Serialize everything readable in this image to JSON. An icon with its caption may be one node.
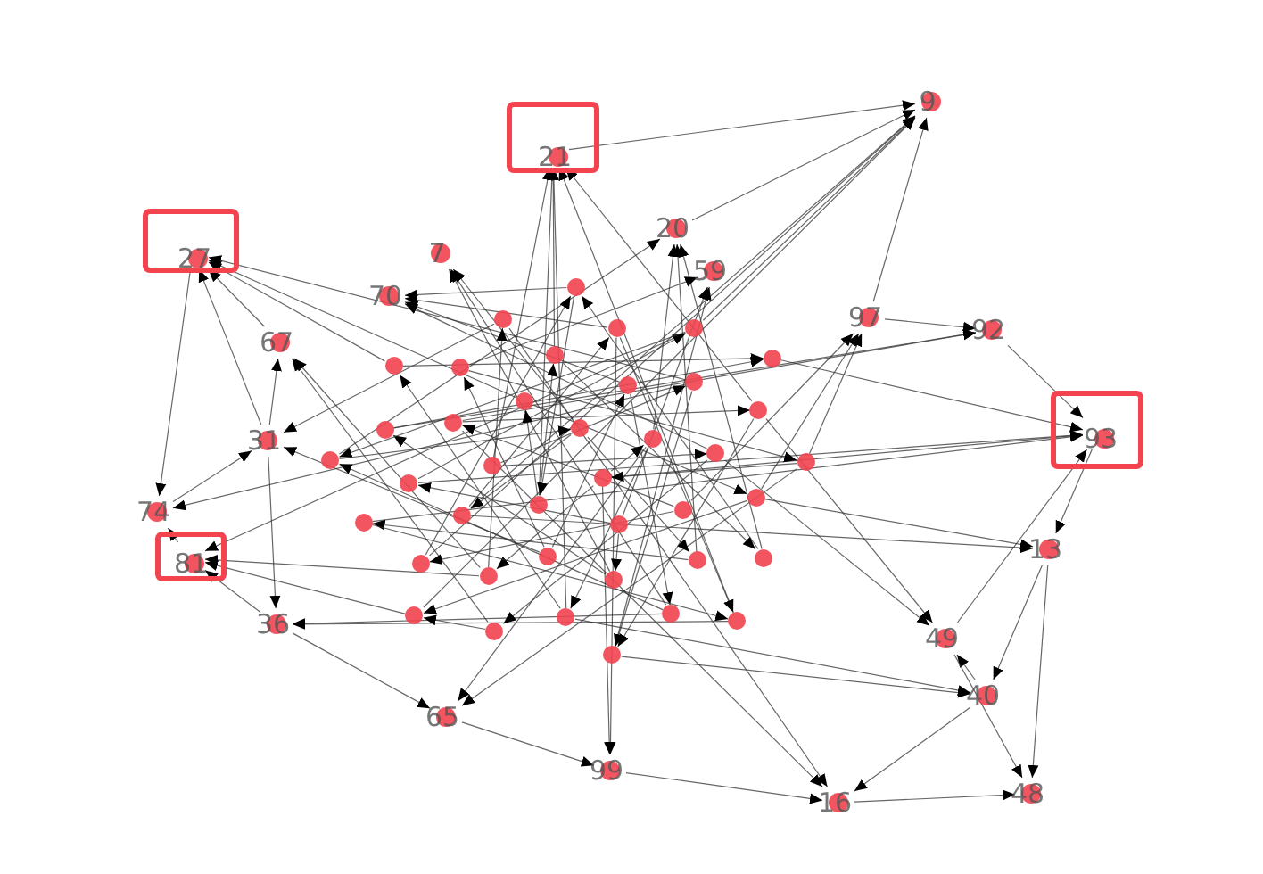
{
  "diagram": {
    "nodes": [
      {
        "text": [],
        "shape": "box"
      },
      {
        "text": [
          "21"
        ],
        "in": 0
      },
      {
        "text": [
          "9"
        ]
      },
      {
        "text": [],
        "shape": "box"
      },
      {
        "text": [
          "27"
        ],
        "in": 3
      },
      {
        "text": [
          "7"
        ]
      },
      {
        "text": [
          "20"
        ]
      },
      {
        "text": [
          "59"
        ]
      },
      {
        "text": [
          "70"
        ]
      },
      {
        "text": [
          "67"
        ]
      },
      {
        "text": [
          "97"
        ]
      },
      {
        "text": [
          "92"
        ]
      },
      {
        "text": [],
        "shape": "box"
      },
      {
        "text": [
          "93"
        ],
        "in": 12
      },
      {
        "text": [
          "31"
        ]
      },
      {
        "text": [
          "74"
        ]
      },
      {
        "text": [],
        "shape": "box"
      },
      {
        "text": [
          "81"
        ],
        "in": 16
      },
      {
        "text": [
          "13"
        ]
      },
      {
        "text": [
          "36"
        ]
      },
      {
        "text": [
          "49"
        ]
      },
      {
        "text": [
          "40"
        ]
      },
      {
        "text": [
          "65"
        ]
      },
      {
        "text": [
          "99"
        ]
      },
      {
        "text": [
          "48"
        ]
      },
      {
        "text": [
          "16"
        ]
      },
      {
        "text": [],
        "shape": "circle"
      },
      {
        "text": [],
        "shape": "circle"
      },
      {
        "text": [],
        "shape": "circle"
      },
      {
        "text": [],
        "shape": "circle"
      },
      {
        "text": [],
        "shape": "circle"
      },
      {
        "text": [],
        "shape": "circle"
      },
      {
        "text": [],
        "shape": "circle"
      },
      {
        "text": [],
        "shape": "circle"
      },
      {
        "text": [],
        "shape": "circle"
      },
      {
        "text": [],
        "shape": "circle"
      },
      {
        "text": [],
        "shape": "circle"
      },
      {
        "text": [],
        "shape": "circle"
      },
      {
        "text": [],
        "shape": "circle"
      },
      {
        "text": [],
        "shape": "circle"
      },
      {
        "text": [],
        "shape": "circle"
      },
      {
        "text": [],
        "shape": "circle"
      },
      {
        "text": [],
        "shape": "circle"
      },
      {
        "text": [],
        "shape": "circle"
      },
      {
        "text": [],
        "shape": "circle"
      },
      {
        "text": [],
        "shape": "circle"
      },
      {
        "text": [],
        "shape": "circle"
      },
      {
        "text": [],
        "shape": "circle"
      },
      {
        "text": [],
        "shape": "circle"
      },
      {
        "text": [],
        "shape": "circle"
      },
      {
        "text": [],
        "shape": "circle"
      },
      {
        "text": [],
        "shape": "circle"
      },
      {
        "text": [],
        "shape": "circle"
      },
      {
        "text": [],
        "shape": "circle"
      },
      {
        "text": [],
        "shape": "circle"
      },
      {
        "text": [],
        "shape": "circle"
      },
      {
        "text": [],
        "shape": "circle"
      },
      {
        "text": [],
        "shape": "circle"
      },
      {
        "text": [],
        "shape": "circle"
      },
      {
        "text": [],
        "shape": "circle"
      },
      {
        "text": [],
        "shape": "circle"
      },
      {
        "text": [],
        "shape": "circle"
      },
      {
        "text": [],
        "shape": "circle"
      },
      {
        "text": [],
        "shape": "circle"
      },
      {
        "text": [],
        "shape": "circle"
      },
      {
        "text": [],
        "shape": "circle"
      }
    ],
    "edges": [
      {
        "from": 30,
        "to": 1,
        "arrow": "to"
      },
      {
        "from": 41,
        "to": 1,
        "arrow": "to"
      },
      {
        "from": 52,
        "to": 1,
        "arrow": "to"
      },
      {
        "from": 63,
        "to": 1,
        "arrow": "to"
      },
      {
        "from": 27,
        "to": 1,
        "arrow": "to"
      },
      {
        "from": 45,
        "to": 1,
        "arrow": "to"
      },
      {
        "from": 6,
        "to": 2,
        "arrow": "to"
      },
      {
        "from": 1,
        "to": 2,
        "arrow": "to"
      },
      {
        "from": 35,
        "to": 2,
        "arrow": "to"
      },
      {
        "from": 48,
        "to": 2,
        "arrow": "to"
      },
      {
        "from": 57,
        "to": 2,
        "arrow": "to"
      },
      {
        "from": 61,
        "to": 2,
        "arrow": "to"
      },
      {
        "from": 10,
        "to": 2,
        "arrow": "to"
      },
      {
        "from": 9,
        "to": 4,
        "arrow": "to"
      },
      {
        "from": 14,
        "to": 4,
        "arrow": "to"
      },
      {
        "from": 33,
        "to": 4,
        "arrow": "to"
      },
      {
        "from": 44,
        "to": 4,
        "arrow": "to"
      },
      {
        "from": 59,
        "to": 4,
        "arrow": "to"
      },
      {
        "from": 37,
        "to": 5,
        "arrow": "to"
      },
      {
        "from": 50,
        "to": 5,
        "arrow": "to"
      },
      {
        "from": 28,
        "to": 5,
        "arrow": "to"
      },
      {
        "from": 31,
        "to": 6,
        "arrow": "to"
      },
      {
        "from": 42,
        "to": 6,
        "arrow": "to"
      },
      {
        "from": 55,
        "to": 6,
        "arrow": "to"
      },
      {
        "from": 64,
        "to": 6,
        "arrow": "to"
      },
      {
        "from": 29,
        "to": 7,
        "arrow": "to"
      },
      {
        "from": 46,
        "to": 7,
        "arrow": "to"
      },
      {
        "from": 58,
        "to": 7,
        "arrow": "to"
      },
      {
        "from": 36,
        "to": 8,
        "arrow": "to"
      },
      {
        "from": 49,
        "to": 8,
        "arrow": "to"
      },
      {
        "from": 62,
        "to": 8,
        "arrow": "to"
      },
      {
        "from": 39,
        "to": 8,
        "arrow": "to"
      },
      {
        "from": 14,
        "to": 9,
        "arrow": "to"
      },
      {
        "from": 40,
        "to": 9,
        "arrow": "to"
      },
      {
        "from": 53,
        "to": 9,
        "arrow": "to"
      },
      {
        "from": 34,
        "to": 10,
        "arrow": "to"
      },
      {
        "from": 47,
        "to": 10,
        "arrow": "to"
      },
      {
        "from": 60,
        "to": 10,
        "arrow": "to"
      },
      {
        "from": 38,
        "to": 11,
        "arrow": "to"
      },
      {
        "from": 51,
        "to": 11,
        "arrow": "to"
      },
      {
        "from": 10,
        "to": 11,
        "arrow": "to"
      },
      {
        "from": 11,
        "to": 13,
        "arrow": "to"
      },
      {
        "from": 43,
        "to": 13,
        "arrow": "to"
      },
      {
        "from": 56,
        "to": 13,
        "arrow": "to"
      },
      {
        "from": 65,
        "to": 13,
        "arrow": "to"
      },
      {
        "from": 26,
        "to": 13,
        "arrow": "to"
      },
      {
        "from": 20,
        "to": 13,
        "arrow": "to"
      },
      {
        "from": 15,
        "to": 14,
        "arrow": "to"
      },
      {
        "from": 32,
        "to": 14,
        "arrow": "to"
      },
      {
        "from": 54,
        "to": 14,
        "arrow": "to"
      },
      {
        "from": 4,
        "to": 15,
        "arrow": "to"
      },
      {
        "from": 17,
        "to": 15,
        "arrow": "to"
      },
      {
        "from": 44,
        "to": 15,
        "arrow": "to"
      },
      {
        "from": 19,
        "to": 17,
        "arrow": "to"
      },
      {
        "from": 57,
        "to": 17,
        "arrow": "to"
      },
      {
        "from": 40,
        "to": 17,
        "arrow": "to"
      },
      {
        "from": 61,
        "to": 17,
        "arrow": "to"
      },
      {
        "from": 13,
        "to": 18,
        "arrow": "to"
      },
      {
        "from": 35,
        "to": 18,
        "arrow": "to"
      },
      {
        "from": 47,
        "to": 18,
        "arrow": "to"
      },
      {
        "from": 14,
        "to": 19,
        "arrow": "to"
      },
      {
        "from": 50,
        "to": 19,
        "arrow": "to"
      },
      {
        "from": 63,
        "to": 19,
        "arrow": "to"
      },
      {
        "from": 39,
        "to": 20,
        "arrow": "to"
      },
      {
        "from": 52,
        "to": 20,
        "arrow": "to"
      },
      {
        "from": 21,
        "to": 20,
        "arrow": "to"
      },
      {
        "from": 45,
        "to": 21,
        "arrow": "to"
      },
      {
        "from": 58,
        "to": 21,
        "arrow": "to"
      },
      {
        "from": 18,
        "to": 21,
        "arrow": "to"
      },
      {
        "from": 19,
        "to": 22,
        "arrow": "to"
      },
      {
        "from": 31,
        "to": 22,
        "arrow": "to"
      },
      {
        "from": 60,
        "to": 22,
        "arrow": "to"
      },
      {
        "from": 22,
        "to": 23,
        "arrow": "to"
      },
      {
        "from": 26,
        "to": 23,
        "arrow": "to"
      },
      {
        "from": 49,
        "to": 23,
        "arrow": "to"
      },
      {
        "from": 18,
        "to": 24,
        "arrow": "to"
      },
      {
        "from": 25,
        "to": 24,
        "arrow": "to"
      },
      {
        "from": 20,
        "to": 24,
        "arrow": "to"
      },
      {
        "from": 23,
        "to": 25,
        "arrow": "to"
      },
      {
        "from": 21,
        "to": 25,
        "arrow": "to"
      },
      {
        "from": 38,
        "to": 25,
        "arrow": "to"
      },
      {
        "from": 54,
        "to": 25,
        "arrow": "to"
      },
      {
        "from": 26,
        "to": 40,
        "arrow": "to"
      },
      {
        "from": 27,
        "to": 41,
        "arrow": "to"
      },
      {
        "from": 28,
        "to": 42,
        "arrow": "to"
      },
      {
        "from": 29,
        "to": 43,
        "arrow": "to"
      },
      {
        "from": 30,
        "to": 44,
        "arrow": "to"
      },
      {
        "from": 31,
        "to": 45,
        "arrow": "to"
      },
      {
        "from": 32,
        "to": 46,
        "arrow": "to"
      },
      {
        "from": 33,
        "to": 47,
        "arrow": "to"
      },
      {
        "from": 34,
        "to": 48,
        "arrow": "to"
      },
      {
        "from": 35,
        "to": 49,
        "arrow": "to"
      },
      {
        "from": 36,
        "to": 50,
        "arrow": "to"
      },
      {
        "from": 37,
        "to": 51,
        "arrow": "to"
      },
      {
        "from": 38,
        "to": 52,
        "arrow": "to"
      },
      {
        "from": 39,
        "to": 53,
        "arrow": "to"
      },
      {
        "from": 40,
        "to": 54,
        "arrow": "to"
      },
      {
        "from": 41,
        "to": 55,
        "arrow": "to"
      },
      {
        "from": 42,
        "to": 56,
        "arrow": "to"
      },
      {
        "from": 43,
        "to": 57,
        "arrow": "to"
      },
      {
        "from": 44,
        "to": 58,
        "arrow": "to"
      },
      {
        "from": 45,
        "to": 59,
        "arrow": "to"
      },
      {
        "from": 46,
        "to": 60,
        "arrow": "to"
      },
      {
        "from": 47,
        "to": 61,
        "arrow": "to"
      },
      {
        "from": 48,
        "to": 62,
        "arrow": "to"
      },
      {
        "from": 49,
        "to": 63,
        "arrow": "to"
      },
      {
        "from": 50,
        "to": 64,
        "arrow": "to"
      },
      {
        "from": 51,
        "to": 65,
        "arrow": "to"
      },
      {
        "from": 26,
        "to": 31,
        "arrow": "to"
      },
      {
        "from": 27,
        "to": 33,
        "arrow": "to"
      },
      {
        "from": 28,
        "to": 35,
        "arrow": "to"
      },
      {
        "from": 29,
        "to": 37,
        "arrow": "to"
      },
      {
        "from": 30,
        "to": 39,
        "arrow": "to"
      },
      {
        "from": 32,
        "to": 36,
        "arrow": "to"
      },
      {
        "from": 34,
        "to": 38,
        "arrow": "to"
      },
      {
        "from": 52,
        "to": 58,
        "arrow": "to"
      },
      {
        "from": 53,
        "to": 61,
        "arrow": "to"
      },
      {
        "from": 55,
        "to": 62,
        "arrow": "to"
      },
      {
        "from": 56,
        "to": 63,
        "arrow": "to"
      },
      {
        "from": 57,
        "to": 64,
        "arrow": "to"
      },
      {
        "from": 59,
        "to": 65,
        "arrow": "to"
      },
      {
        "from": 60,
        "to": 26,
        "arrow": "to"
      },
      {
        "from": 62,
        "to": 27,
        "arrow": "to"
      },
      {
        "from": 64,
        "to": 28,
        "arrow": "to"
      }
    ]
  }
}
